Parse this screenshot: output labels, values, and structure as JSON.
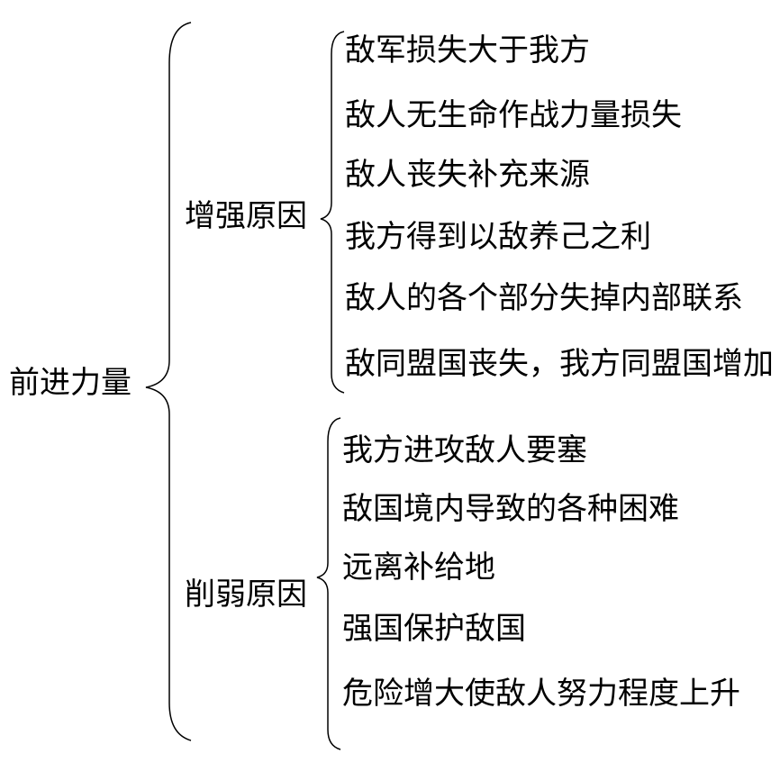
{
  "root": "前进力量",
  "branches": [
    {
      "label": "增强原因",
      "items": [
        "敌军损失大于我方",
        "敌人无生命作战力量损失",
        "敌人丧失补充来源",
        "我方得到以敌养己之利",
        "敌人的各个部分失掉内部联系",
        "敌同盟国丧失，我方同盟国增加"
      ]
    },
    {
      "label": "削弱原因",
      "items": [
        "我方进攻敌人要塞",
        "敌国境内导致的各种困难",
        "远离补给地",
        "强国保护敌国",
        "危险增大使敌人努力程度上升"
      ]
    }
  ]
}
